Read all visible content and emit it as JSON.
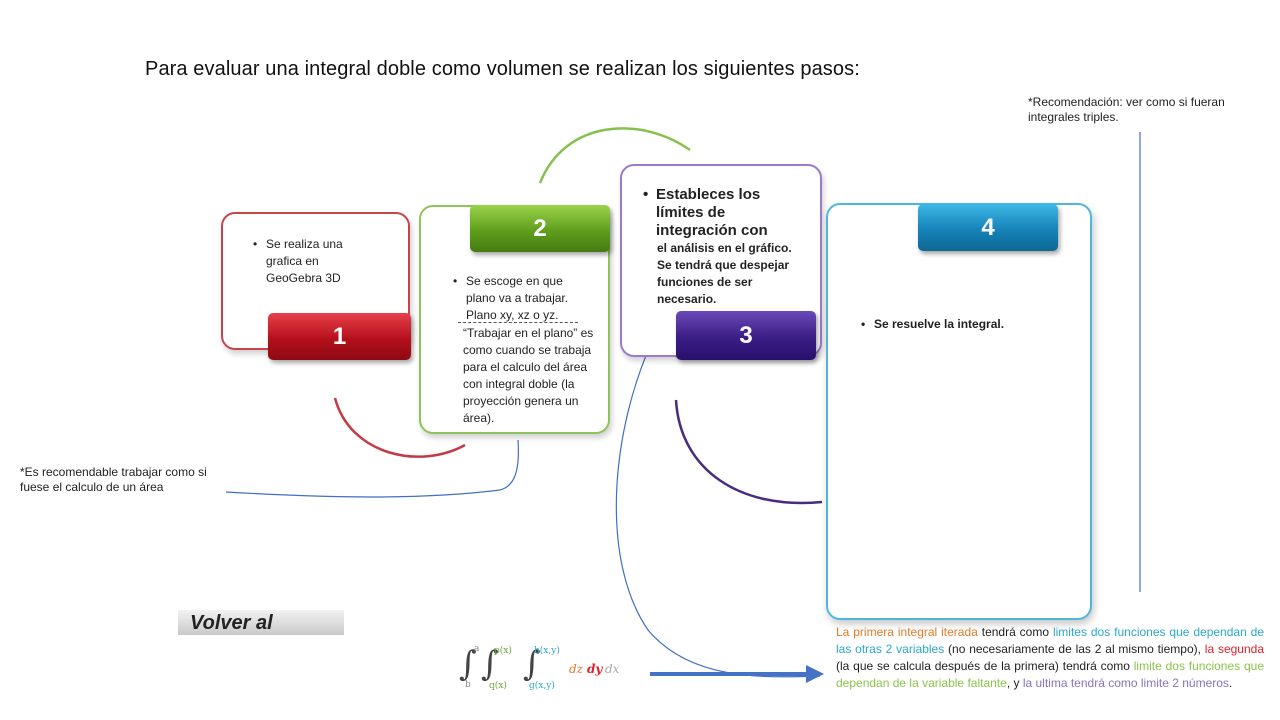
{
  "title": "Para evaluar una integral doble como volumen se realizan los siguientes pasos:",
  "recommendation_note": "*Recomendación: ver como si fueran integrales triples.",
  "area_note": "*Es recomendable trabajar como si fuese el calculo de un área",
  "steps": [
    {
      "number": "1",
      "color": "#c9434b",
      "text": "Se realiza una grafica en GeoGebra 3D"
    },
    {
      "number": "2",
      "color": "#8fc45a",
      "text": "Se escoge en que plano va a trabajar. Plano xy, xz o yz.",
      "extra": "“Trabajar en el plano” es como cuando se trabaja para el calculo del área con integral doble (la proyección genera un área)."
    },
    {
      "number": "3",
      "color": "#9c7ac7",
      "heading": "Estableces los límites de integración con",
      "text": "el análisis en el gráfico. Se tendrá que despejar funciones de ser necesario."
    },
    {
      "number": "4",
      "color": "#4fb7dc",
      "text": "Se resuelve la integral."
    }
  ],
  "back_button": "Volver al",
  "formula": {
    "outer_upper": "a",
    "outer_lower": "b",
    "middle_upper": "p(x)",
    "middle_lower": "q(x)",
    "inner_upper": "h(x,y)",
    "inner_lower": "g(x,y)",
    "differentials": [
      "dz",
      "dy",
      "dx"
    ]
  },
  "explanation": {
    "p1": "La primera integral iterada",
    "p2": " tendrá como ",
    "p3": "limites dos funciones que dependan de las otras 2 variables",
    "p4": " (no necesariamente de las 2 al mismo tiempo), ",
    "p5": "la segunda",
    "p6": " (la que se calcula después de la primera) tendrá como ",
    "p7": "limite dos funciones que dependan de la variable faltante",
    "p8": ", y ",
    "p9": "la ultima tendrá como limite 2 números",
    "p10": "."
  },
  "colors": {
    "red": "#c9434b",
    "green": "#8fc45a",
    "purple": "#9c7ac7",
    "blue": "#4fb7dc",
    "arrow": "#3f6fc6"
  }
}
